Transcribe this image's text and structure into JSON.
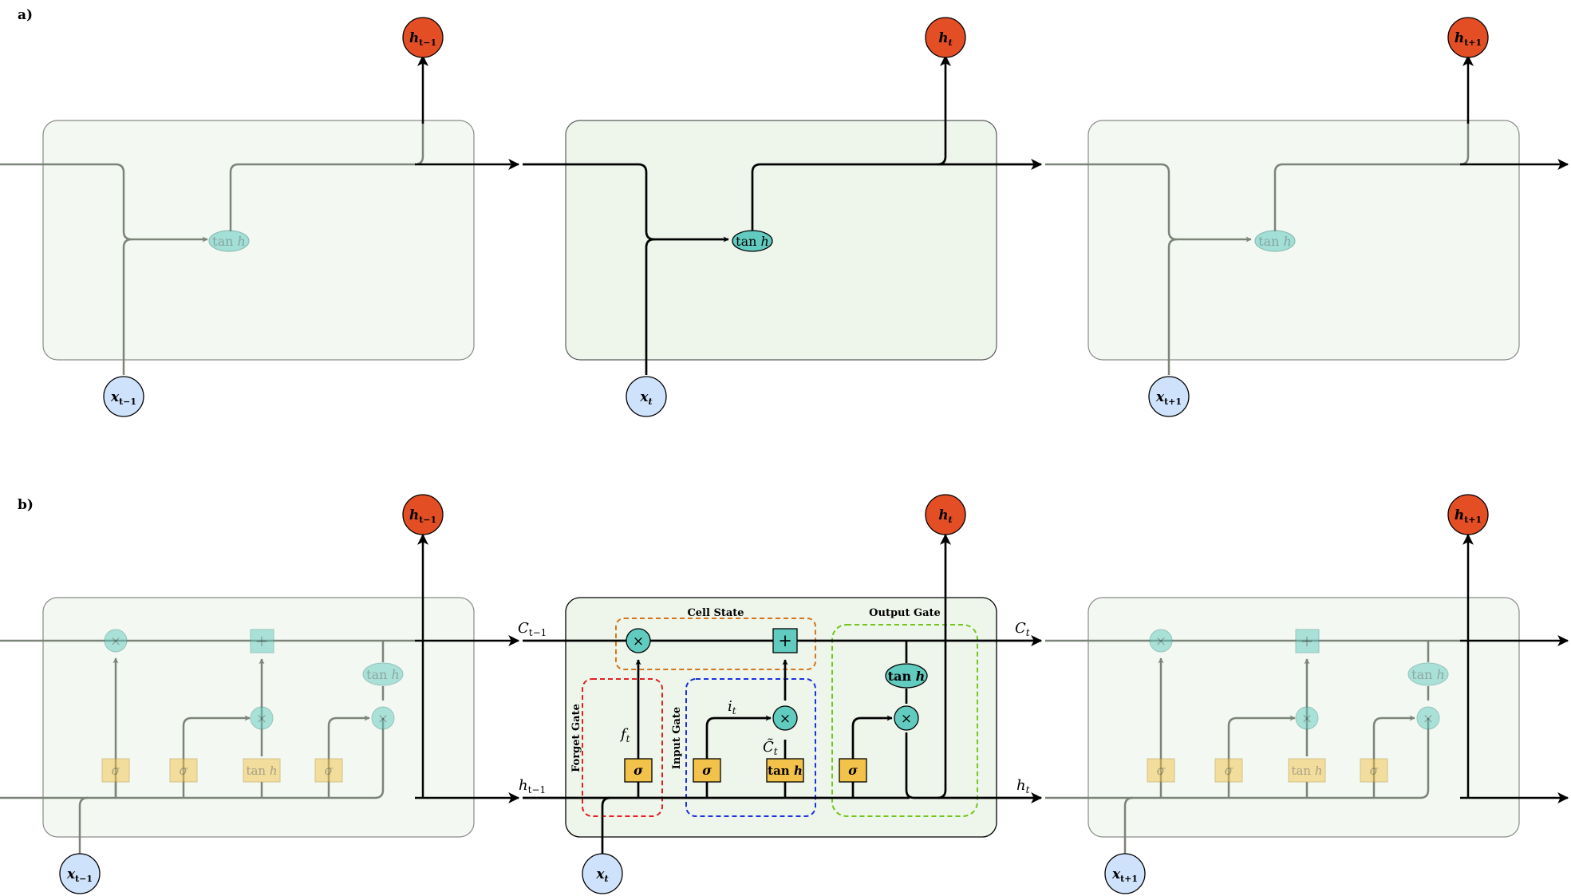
{
  "panel_labels": {
    "a": "a)",
    "b": "b)"
  },
  "outputs": [
    {
      "base": "h",
      "sub": "t−1"
    },
    {
      "base": "h",
      "sub": "t"
    },
    {
      "base": "h",
      "sub": "t+1"
    }
  ],
  "inputs": [
    {
      "base": "x",
      "sub": "t−1"
    },
    {
      "base": "x",
      "sub": "t"
    },
    {
      "base": "x",
      "sub": "t+1"
    }
  ],
  "ops": {
    "tanh_fn": "tan",
    "tanh_var": "h",
    "sigma": "σ",
    "multiply": "×",
    "add": "+"
  },
  "group_labels": {
    "cell_state": "Cell State",
    "output_gate": "Output Gate",
    "forget_gate": "Forget Gate",
    "input_gate": "Input Gate"
  },
  "signals": {
    "c_prev": {
      "base": "C",
      "sub": "t−1"
    },
    "c_curr": {
      "base": "C",
      "sub": "t"
    },
    "h_prev": {
      "base": "h",
      "sub": "t−1"
    },
    "h_curr": {
      "base": "h",
      "sub": "t"
    },
    "f": {
      "base": "f",
      "sub": "t"
    },
    "i": {
      "base": "i",
      "sub": "t"
    },
    "c_tilde": {
      "base": "C̃",
      "sub": "t"
    }
  },
  "colors": {
    "output_node": "#e34e24",
    "input_node": "#cfe2fb",
    "cell_bg": "#eef6ec",
    "op_node": "#61cbc0",
    "gate_box": "#f2c24a",
    "forget_border": "#e02020",
    "input_border": "#1c2fe0",
    "cellstate_border": "#d5761a",
    "outputgate_border": "#72c61c"
  }
}
